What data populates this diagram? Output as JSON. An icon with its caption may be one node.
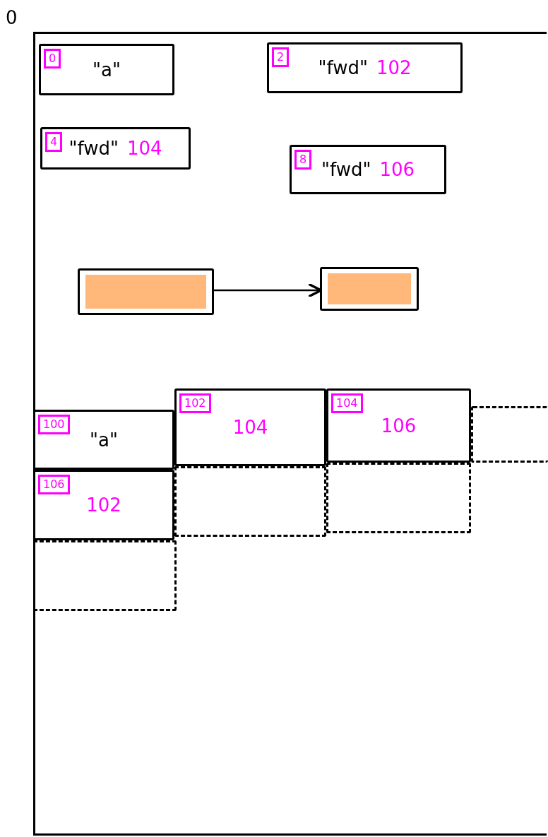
{
  "diagram": {
    "nodes": [
      {
        "text": [
          "0"
        ]
      },
      {
        "text": [
          "0",
          "\"a\""
        ],
        "in": 0
      },
      {
        "text": [
          "2",
          "\"fwd\"",
          "102"
        ],
        "in": 0
      },
      {
        "text": [
          "4",
          "\"fwd\"",
          "104"
        ],
        "in": 0
      },
      {
        "text": [
          "8",
          "\"fwd\"",
          "106"
        ],
        "in": 0
      },
      {
        "text": [],
        "shape": "box",
        "in": 0
      },
      {
        "text": [],
        "shape": "box",
        "in": 0
      },
      {
        "text": [
          "100",
          "\"a\""
        ],
        "in": 0
      },
      {
        "text": [
          "102",
          "104"
        ],
        "in": 0
      },
      {
        "text": [
          "104",
          "106"
        ],
        "in": 0
      },
      {
        "text": [
          "106",
          "102"
        ],
        "in": 0
      },
      {
        "text": [],
        "shape": "box",
        "in": 0
      },
      {
        "text": [],
        "shape": "box",
        "in": 0
      },
      {
        "text": [],
        "shape": "box",
        "in": 0
      },
      {
        "text": [],
        "shape": "box",
        "in": 0
      }
    ],
    "edges": [
      {
        "from": 5,
        "to": 6,
        "arrow": "to"
      }
    ]
  }
}
